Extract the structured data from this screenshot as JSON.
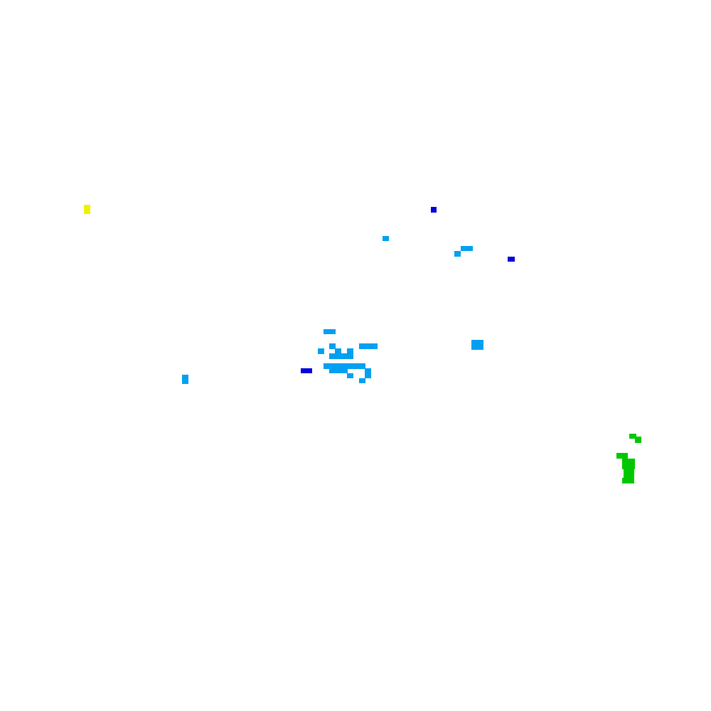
{
  "map": {
    "background_color": "#ffffff",
    "palette": {
      "light_blue": "#00a0f0",
      "dark_blue": "#0000dc",
      "green": "#00c800",
      "yellow": "#f0f000"
    },
    "categories": [
      {
        "id": "yellow-cluster",
        "color_key": "yellow"
      },
      {
        "id": "dark-blue-cluster",
        "color_key": "dark_blue"
      },
      {
        "id": "light-blue-cluster",
        "color_key": "light_blue"
      },
      {
        "id": "green-cluster",
        "color_key": "green"
      }
    ]
  }
}
